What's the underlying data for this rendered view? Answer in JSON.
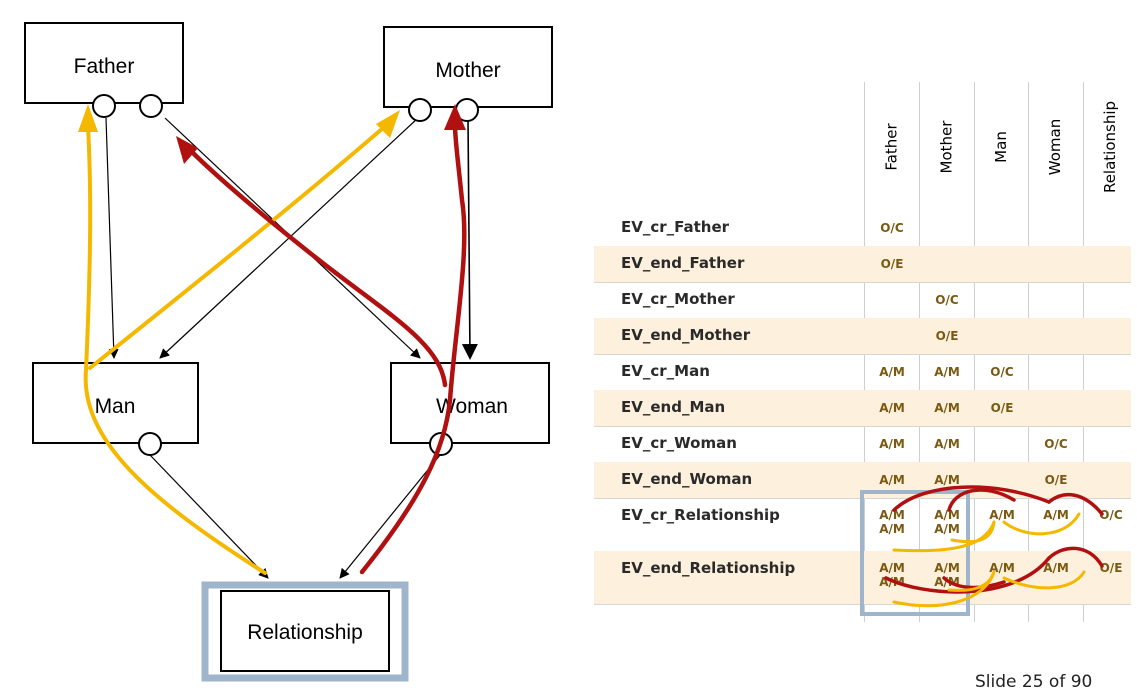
{
  "diagram": {
    "entities": {
      "father": "Father",
      "mother": "Mother",
      "man": "Man",
      "woman": "Woman",
      "relationship": "Relationship"
    },
    "colors": {
      "yellow_arrow": "#f5b800",
      "red_arrow": "#b01010",
      "highlight_frame": "#9fb5cc",
      "row_shade": "#fdf0dc",
      "cell_text": "#7a5a12"
    }
  },
  "matrix": {
    "columns": [
      "Father",
      "Mother",
      "Man",
      "Woman",
      "Relationship"
    ],
    "rows": [
      {
        "label": "EV_cr_Father",
        "cells": [
          "O/C",
          "",
          "",
          "",
          ""
        ]
      },
      {
        "label": "EV_end_Father",
        "cells": [
          "O/E",
          "",
          "",
          "",
          ""
        ]
      },
      {
        "label": "EV_cr_Mother",
        "cells": [
          "",
          "O/C",
          "",
          "",
          ""
        ]
      },
      {
        "label": "EV_end_Mother",
        "cells": [
          "",
          "O/E",
          "",
          "",
          ""
        ]
      },
      {
        "label": "EV_cr_Man",
        "cells": [
          "A/M",
          "A/M",
          "O/C",
          "",
          ""
        ]
      },
      {
        "label": "EV_end_Man",
        "cells": [
          "A/M",
          "A/M",
          "O/E",
          "",
          ""
        ]
      },
      {
        "label": "EV_cr_Woman",
        "cells": [
          "A/M",
          "A/M",
          "",
          "O/C",
          ""
        ]
      },
      {
        "label": "EV_end_Woman",
        "cells": [
          "A/M",
          "A/M",
          "",
          "O/E",
          ""
        ]
      },
      {
        "label": "EV_cr_Relationship",
        "cells": [
          "A/M\nA/M",
          "A/M\nA/M",
          "A/M",
          "A/M",
          "O/C"
        ]
      },
      {
        "label": "EV_end_Relationship",
        "cells": [
          "A/M\nA/M",
          "A/M\nA/M",
          "A/M",
          "A/M",
          "O/E"
        ]
      }
    ]
  },
  "slide_counter": "Slide 25 of 90"
}
